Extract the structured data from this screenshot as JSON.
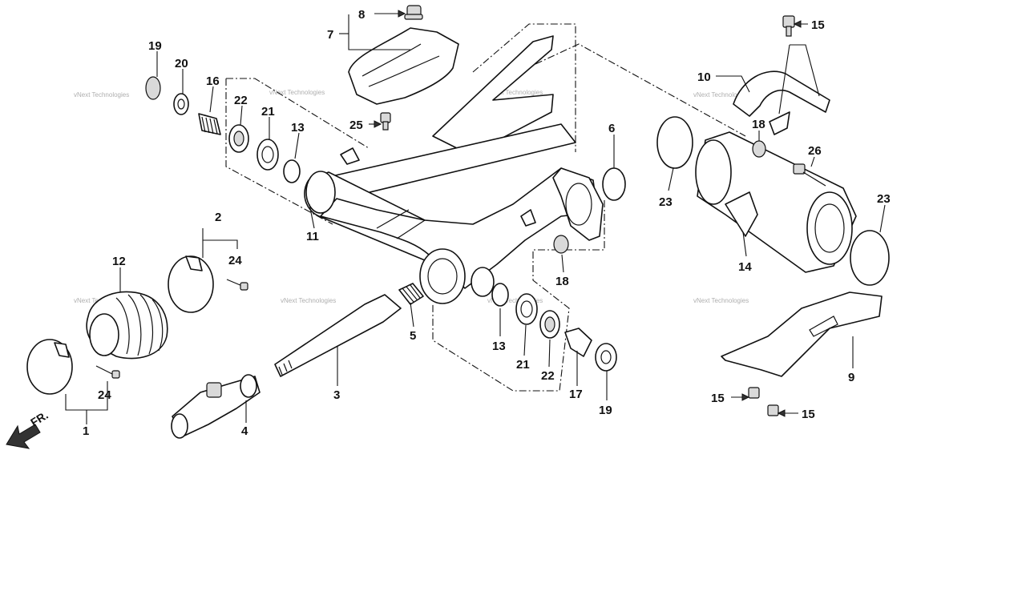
{
  "watermark": "vNext Technologies",
  "front_label": "FR.",
  "callouts": {
    "c1": "1",
    "c2": "2",
    "c3": "3",
    "c4": "4",
    "c5": "5",
    "c6": "6",
    "c7": "7",
    "c8": "8",
    "c9": "9",
    "c10": "10",
    "c11": "11",
    "c12": "12",
    "c13a": "13",
    "c13b": "13",
    "c14": "14",
    "c15a": "15",
    "c15b": "15",
    "c15c": "15",
    "c16": "16",
    "c17": "17",
    "c18a": "18",
    "c18b": "18",
    "c19a": "19",
    "c19b": "19",
    "c20": "20",
    "c21a": "21",
    "c21b": "21",
    "c22a": "22",
    "c22b": "22",
    "c23a": "23",
    "c23b": "23",
    "c24a": "24",
    "c24b": "24",
    "c25": "25",
    "c26": "26"
  },
  "colors": {
    "line": "#111111",
    "shade": "#d9d9d9",
    "watermark": "#9a9a9a"
  }
}
